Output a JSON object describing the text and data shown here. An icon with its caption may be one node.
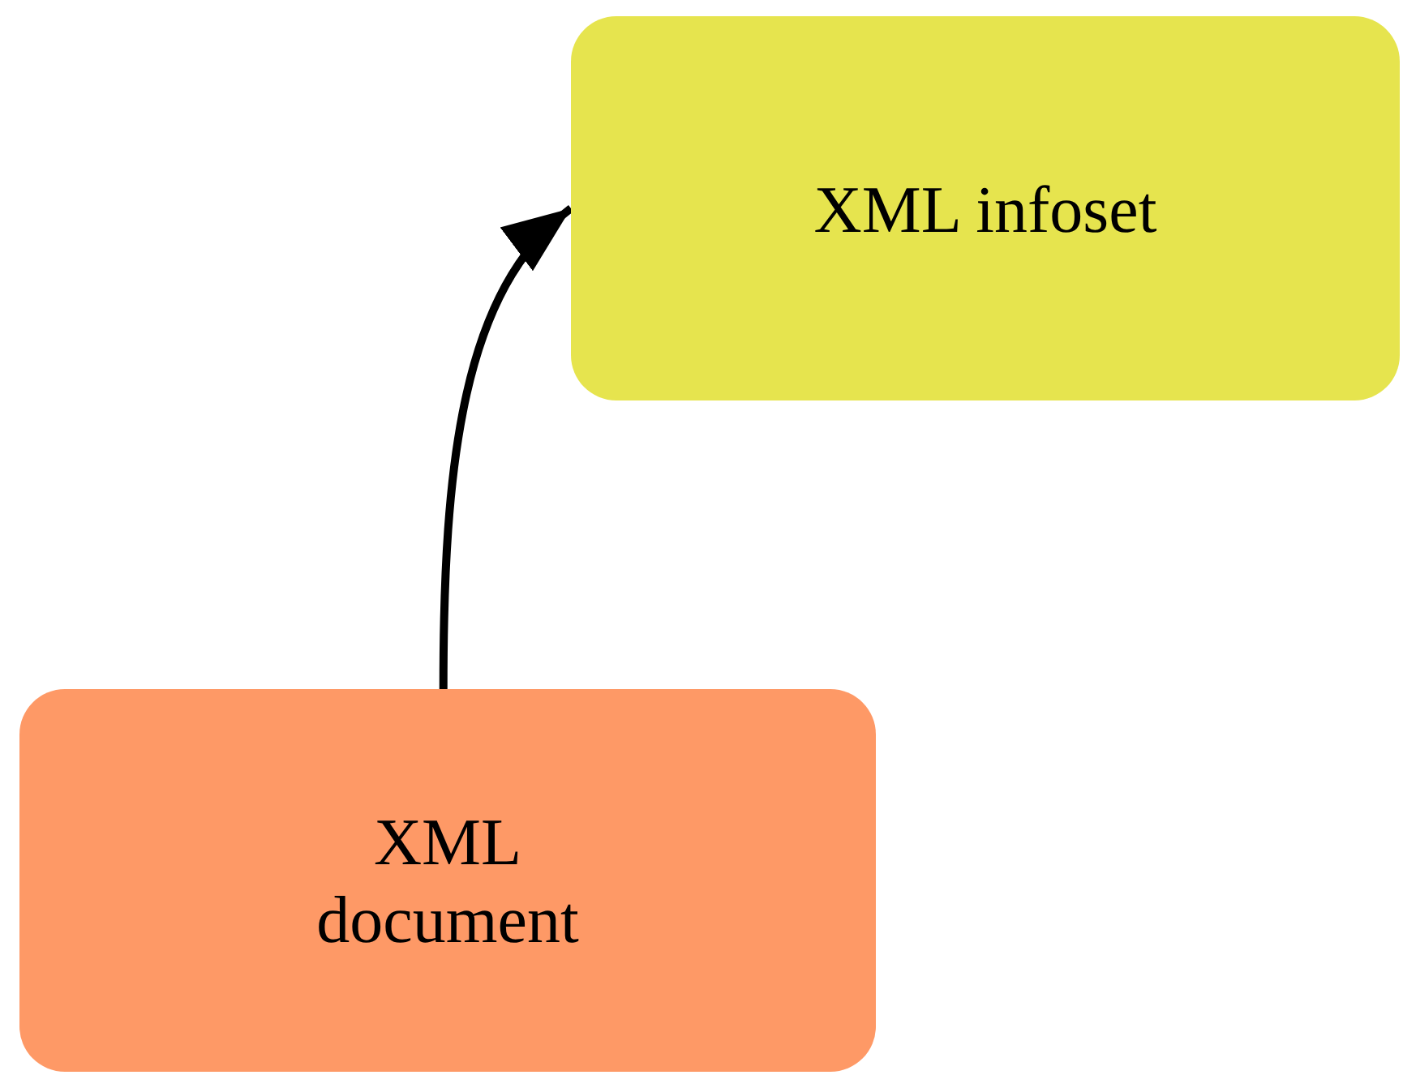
{
  "diagram": {
    "nodes": [
      {
        "text": [
          "XML infoset"
        ]
      },
      {
        "text": [
          "XML document"
        ]
      }
    ],
    "edges": [
      {
        "from": 1,
        "to": 0,
        "arrow": "to"
      }
    ]
  }
}
